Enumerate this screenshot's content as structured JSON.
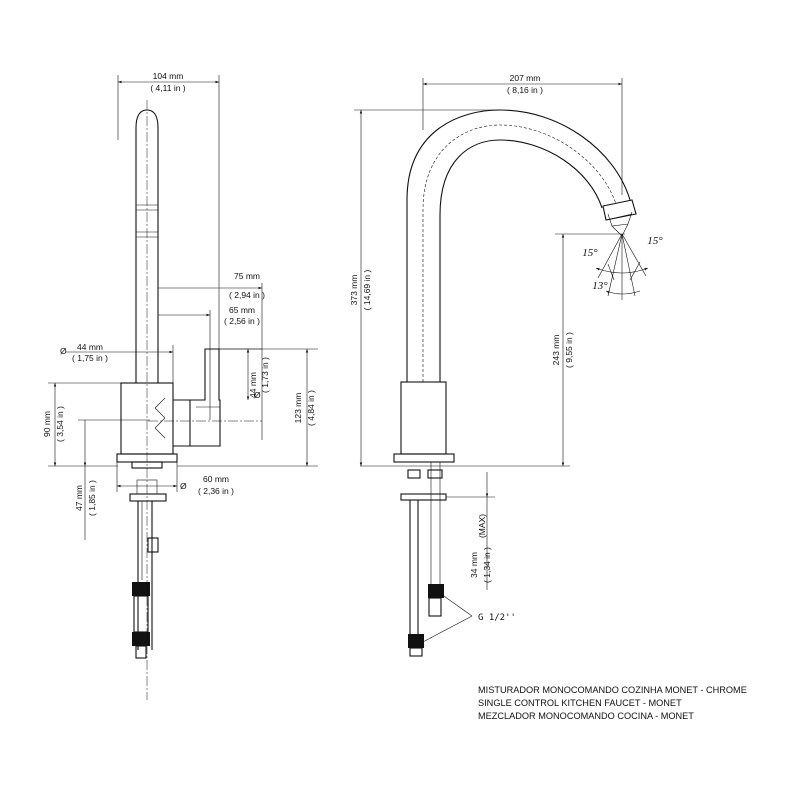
{
  "drawing": {
    "side_view": {
      "overall_width": [
        "104 mm",
        "( 4,11 in )"
      ],
      "spout_offset_75": [
        "75 mm",
        "( 2,94 in )"
      ],
      "spout_offset_65": [
        "65 mm",
        "( 2,56 in )"
      ],
      "body_diameter": [
        "44 mm",
        "( 1,75 in )"
      ],
      "handle_diameter": [
        "44 mm",
        "( 1,73 in )"
      ],
      "body_height": [
        "90 mm",
        "( 3,54 in )"
      ],
      "lever_height": [
        "123 mm",
        "( 4,84 in )"
      ],
      "base_diameter": [
        "60 mm",
        "( 2,36 in )"
      ],
      "shank_length": [
        "47 mm",
        "( 1,85 in )"
      ],
      "diameter_symbol": "Ø"
    },
    "front_view": {
      "reach": [
        "207 mm",
        "( 8,16 in )"
      ],
      "total_height": [
        "373 mm",
        "( 14,69 in )"
      ],
      "spout_height": [
        "243 mm",
        "( 9,55 in )"
      ],
      "counter_thickness": [
        "34 mm",
        "( 1,34 in )"
      ],
      "counter_max": "(MAX)",
      "angle_left": "15°",
      "angle_right": "15°",
      "angle_bottom": "13°",
      "thread": "G 1/2''"
    },
    "title_lines": [
      "MISTURADOR MONOCOMANDO COZINHA MONET - CHROME",
      "SINGLE CONTROL KITCHEN FAUCET - MONET",
      "MEZCLADOR MONOCOMANDO COCINA - MONET"
    ]
  }
}
